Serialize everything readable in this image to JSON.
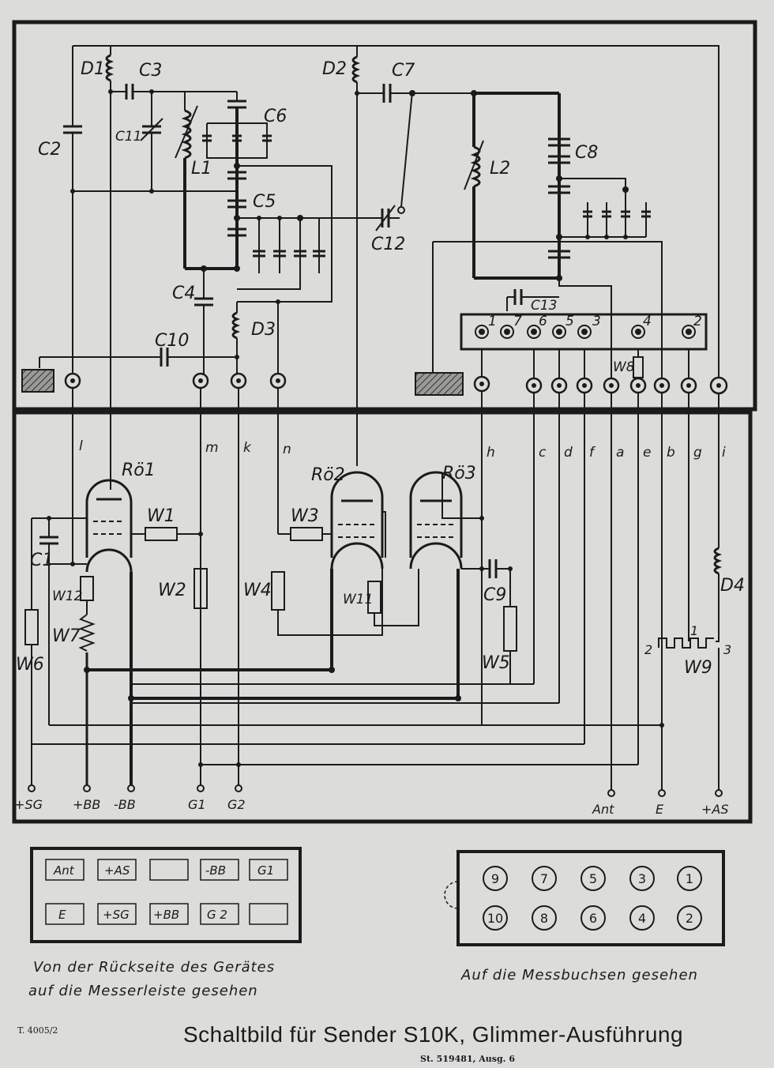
{
  "upper_labels": {
    "D1": "D1",
    "C3": "C3",
    "C2": "C2",
    "C11": "C11",
    "L1": "L1",
    "C6": "C6",
    "C5": "C5",
    "C4": "C4",
    "D3": "D3",
    "C10": "C10",
    "D2": "D2",
    "C7": "C7",
    "C12": "C12",
    "L2": "L2",
    "C8": "C8",
    "C13": "C13",
    "W8": "W8"
  },
  "connector_pins": [
    "1",
    "7",
    "6",
    "5",
    "3",
    "4",
    "2"
  ],
  "lower_labels": {
    "Ro1": "Rö1",
    "Ro2": "Rö2",
    "Ro3": "Rö3",
    "W1": "W1",
    "W2": "W2",
    "W3": "W3",
    "W4": "W4",
    "W5": "W5",
    "W6": "W6",
    "W7": "W7",
    "W11": "W11",
    "W12": "W12",
    "C1": "C1",
    "C9": "C9",
    "D4": "D4",
    "W9": "W9",
    "W9_1": "1",
    "W9_2": "2",
    "W9_3": "3"
  },
  "wire_letters": [
    "l",
    "m",
    "k",
    "n",
    "h",
    "c",
    "d",
    "f",
    "a",
    "e",
    "b",
    "g",
    "i"
  ],
  "bottom_terminals": [
    "+SG",
    "+BB",
    "-BB",
    "G1",
    "G2",
    "Ant",
    "E",
    "+AS"
  ],
  "knife_strip": {
    "row1": [
      "Ant",
      "+AS",
      "",
      "-BB",
      "G1"
    ],
    "row2": [
      "E",
      "+SG",
      "+BB",
      "G 2",
      ""
    ]
  },
  "measuring_sockets": {
    "row1": [
      "9",
      "7",
      "5",
      "3",
      "1"
    ],
    "row2": [
      "10",
      "8",
      "6",
      "4",
      "2"
    ]
  },
  "captions": {
    "left_line1": "Von der Rückseite des Gerätes",
    "left_line2": "auf die Messerleiste gesehen",
    "right": "Auf die Messbuchsen gesehen"
  },
  "title": "Schaltbild für Sender S10K, Glimmer-Ausführung",
  "doc_number": "T. 4005/2",
  "stock_number": "St. 519481, Ausg. 6"
}
